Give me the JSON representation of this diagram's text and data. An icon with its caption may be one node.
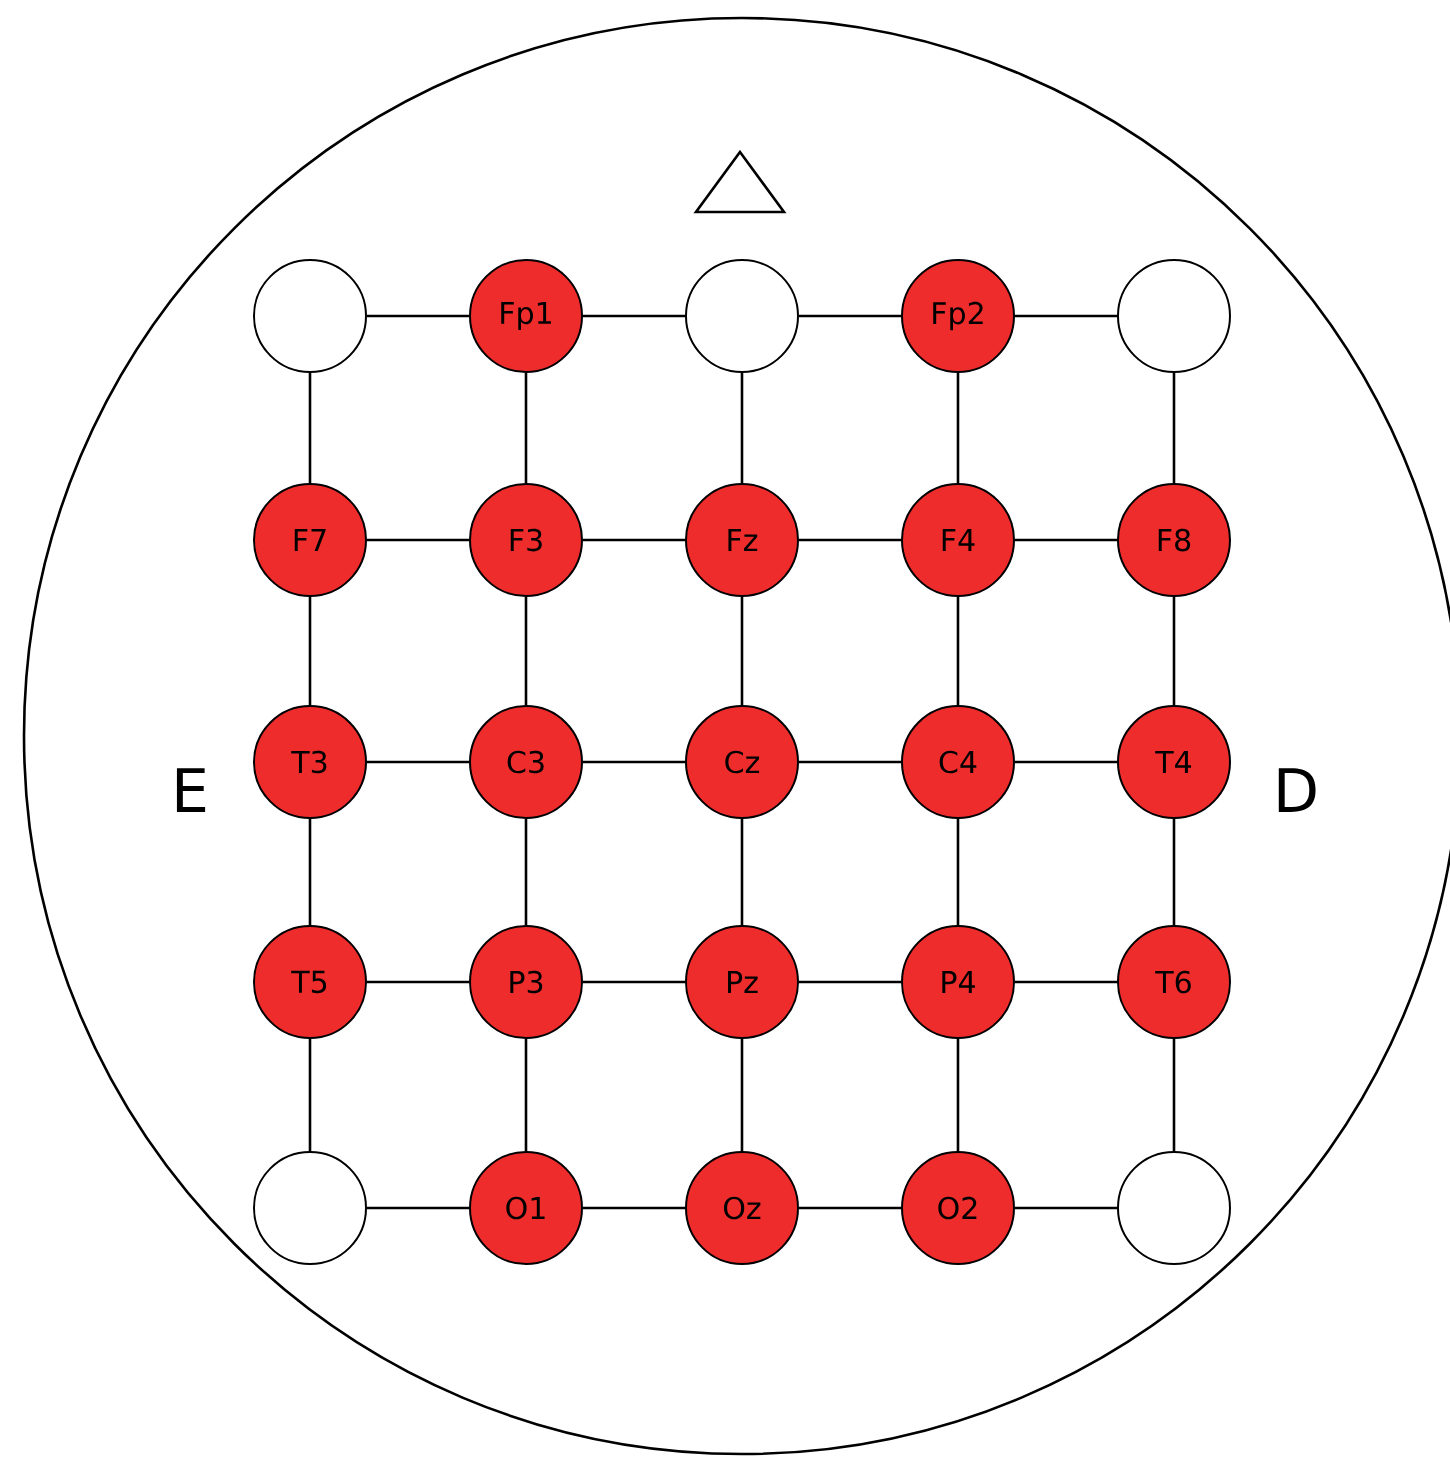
{
  "diagram": {
    "nodes": [
      {
        "text": [],
        "shape": "circle"
      },
      {
        "text": [
          "Fp1"
        ]
      },
      {
        "text": [],
        "shape": "circle"
      },
      {
        "text": [
          "Fp2"
        ]
      },
      {
        "text": [],
        "shape": "circle"
      },
      {
        "text": [
          "F7"
        ]
      },
      {
        "text": [
          "F3"
        ]
      },
      {
        "text": [
          "Fz"
        ]
      },
      {
        "text": [
          "F4"
        ]
      },
      {
        "text": [
          "F8"
        ]
      },
      {
        "text": [
          "T3"
        ]
      },
      {
        "text": [
          "C3"
        ]
      },
      {
        "text": [
          "Cz"
        ]
      },
      {
        "text": [
          "C4"
        ]
      },
      {
        "text": [
          "T4"
        ]
      },
      {
        "text": [
          "T5"
        ]
      },
      {
        "text": [
          "P3"
        ]
      },
      {
        "text": [
          "Pz"
        ]
      },
      {
        "text": [
          "P4"
        ]
      },
      {
        "text": [
          "T6"
        ]
      },
      {
        "text": [],
        "shape": "circle"
      },
      {
        "text": [
          "O1"
        ]
      },
      {
        "text": [
          "Oz"
        ]
      },
      {
        "text": [
          "O2"
        ]
      },
      {
        "text": [],
        "shape": "circle"
      }
    ],
    "edges": [
      {
        "from": 0,
        "to": 1,
        "arrow": "none"
      },
      {
        "from": 1,
        "to": 2,
        "arrow": "none"
      },
      {
        "from": 2,
        "to": 3,
        "arrow": "none"
      },
      {
        "from": 3,
        "to": 4,
        "arrow": "none"
      },
      {
        "from": 5,
        "to": 6,
        "arrow": "none"
      },
      {
        "from": 6,
        "to": 7,
        "arrow": "none"
      },
      {
        "from": 7,
        "to": 8,
        "arrow": "none"
      },
      {
        "from": 8,
        "to": 9,
        "arrow": "none"
      },
      {
        "from": 10,
        "to": 11,
        "arrow": "none"
      },
      {
        "from": 11,
        "to": 12,
        "arrow": "none"
      },
      {
        "from": 12,
        "to": 13,
        "arrow": "none"
      },
      {
        "from": 13,
        "to": 14,
        "arrow": "none"
      },
      {
        "from": 15,
        "to": 16,
        "arrow": "none"
      },
      {
        "from": 16,
        "to": 17,
        "arrow": "none"
      },
      {
        "from": 17,
        "to": 18,
        "arrow": "none"
      },
      {
        "from": 18,
        "to": 19,
        "arrow": "none"
      },
      {
        "from": 20,
        "to": 21,
        "arrow": "none"
      },
      {
        "from": 21,
        "to": 22,
        "arrow": "none"
      },
      {
        "from": 22,
        "to": 23,
        "arrow": "none"
      },
      {
        "from": 23,
        "to": 24,
        "arrow": "none"
      },
      {
        "from": 0,
        "to": 5,
        "arrow": "none"
      },
      {
        "from": 5,
        "to": 10,
        "arrow": "none"
      },
      {
        "from": 10,
        "to": 15,
        "arrow": "none"
      },
      {
        "from": 15,
        "to": 20,
        "arrow": "none"
      },
      {
        "from": 1,
        "to": 6,
        "arrow": "none"
      },
      {
        "from": 6,
        "to": 11,
        "arrow": "none"
      },
      {
        "from": 11,
        "to": 16,
        "arrow": "none"
      },
      {
        "from": 16,
        "to": 21,
        "arrow": "none"
      },
      {
        "from": 2,
        "to": 7,
        "arrow": "none"
      },
      {
        "from": 7,
        "to": 12,
        "arrow": "none"
      },
      {
        "from": 12,
        "to": 17,
        "arrow": "none"
      },
      {
        "from": 17,
        "to": 22,
        "arrow": "none"
      },
      {
        "from": 3,
        "to": 8,
        "arrow": "none"
      },
      {
        "from": 8,
        "to": 13,
        "arrow": "none"
      },
      {
        "from": 13,
        "to": 18,
        "arrow": "none"
      },
      {
        "from": 18,
        "to": 23,
        "arrow": "none"
      },
      {
        "from": 4,
        "to": 9,
        "arrow": "none"
      },
      {
        "from": 9,
        "to": 14,
        "arrow": "none"
      },
      {
        "from": 14,
        "to": 19,
        "arrow": "none"
      },
      {
        "from": 19,
        "to": 24,
        "arrow": "none"
      }
    ],
    "labels": [
      "E",
      "D"
    ]
  }
}
